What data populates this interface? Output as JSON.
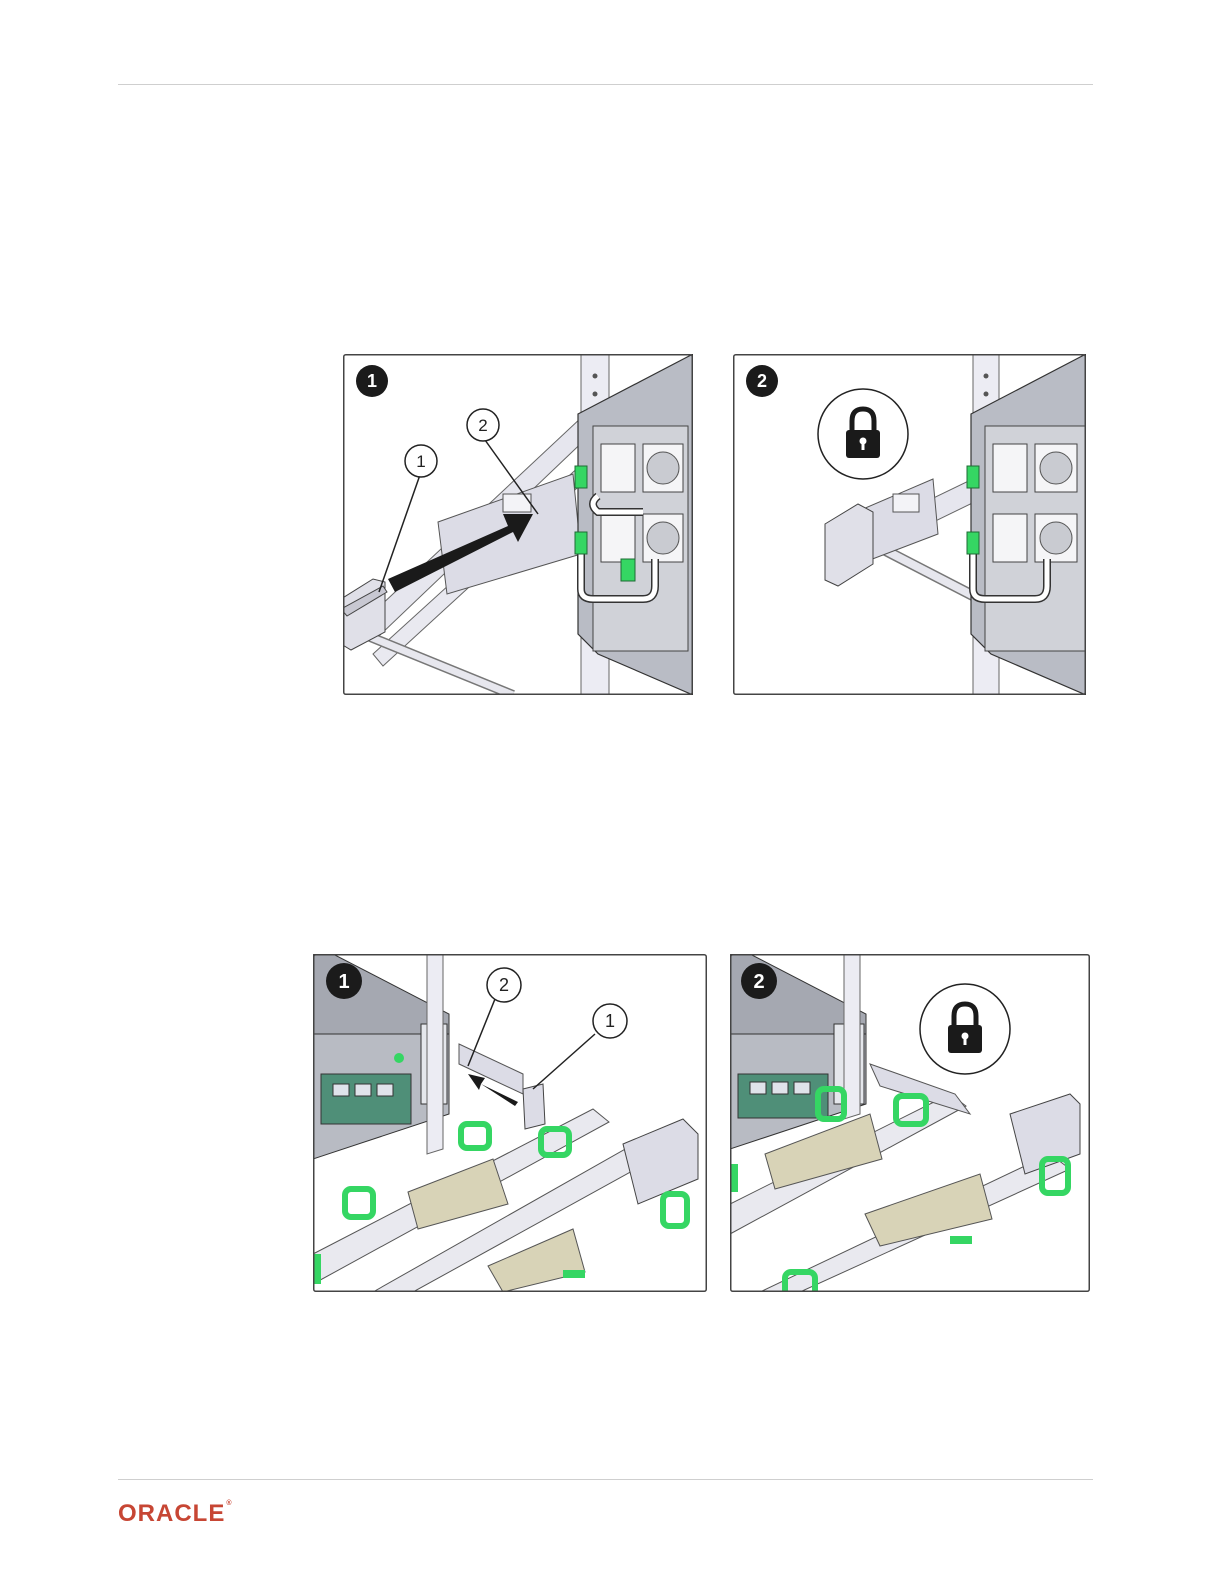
{
  "figure1": {
    "panel1": {
      "step": "1",
      "callouts": [
        "1",
        "2"
      ],
      "icon": "arrow-push-icon"
    },
    "panel2": {
      "step": "2",
      "icon": "padlock-icon"
    }
  },
  "figure2": {
    "panel1": {
      "step": "1",
      "callouts": [
        "2",
        "1"
      ],
      "icon": "arrow-push-icon"
    },
    "panel2": {
      "step": "2",
      "icon": "padlock-icon"
    }
  },
  "footer": {
    "logo_text": "ORACLE",
    "logo_mark": "®"
  },
  "colors": {
    "accent_green": "#35d663",
    "brand_red": "#c74634",
    "badge": "#1b1b1b"
  }
}
